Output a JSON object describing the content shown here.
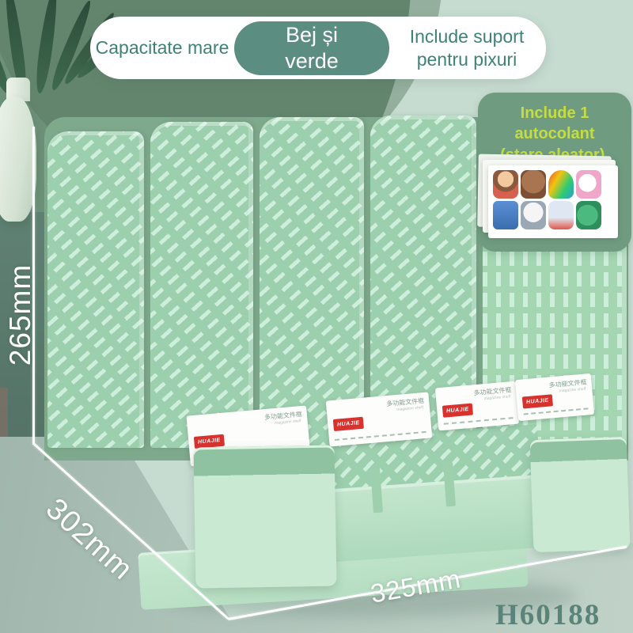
{
  "banner": {
    "left": "Capacitate mare",
    "center": "Bej și verde",
    "right": "Include suport pentru pixuri"
  },
  "info_box": {
    "lines": [
      "Include 1",
      "autocolant",
      "(stare aleator)."
    ]
  },
  "stickers": {
    "motifs": [
      "girl",
      "bear",
      "rainbow",
      "unicorn",
      "robot",
      "astronaut",
      "rocket",
      "dinosaur"
    ]
  },
  "dimensions": {
    "height": "265mm",
    "depth": "302mm",
    "width": "325mm"
  },
  "product_code": "H60188",
  "shelf_label": {
    "brand": "HUAJIE",
    "title": "多功能文件框",
    "subtitle": "magazine shelf",
    "count": 4
  },
  "colors": {
    "wall": "#6d9179",
    "background": "#c7dcd1",
    "floor": "#a8bdb3",
    "product_green": "#9ccfae",
    "banner_text": "#3e8176",
    "center_pill": "#5c8d81",
    "info_box_bg": "#6f9c80",
    "info_box_text": "#c6dd3f",
    "brand_red": "#d8322e",
    "code_color": "#5a837a",
    "measure_white": "#ffffff"
  }
}
